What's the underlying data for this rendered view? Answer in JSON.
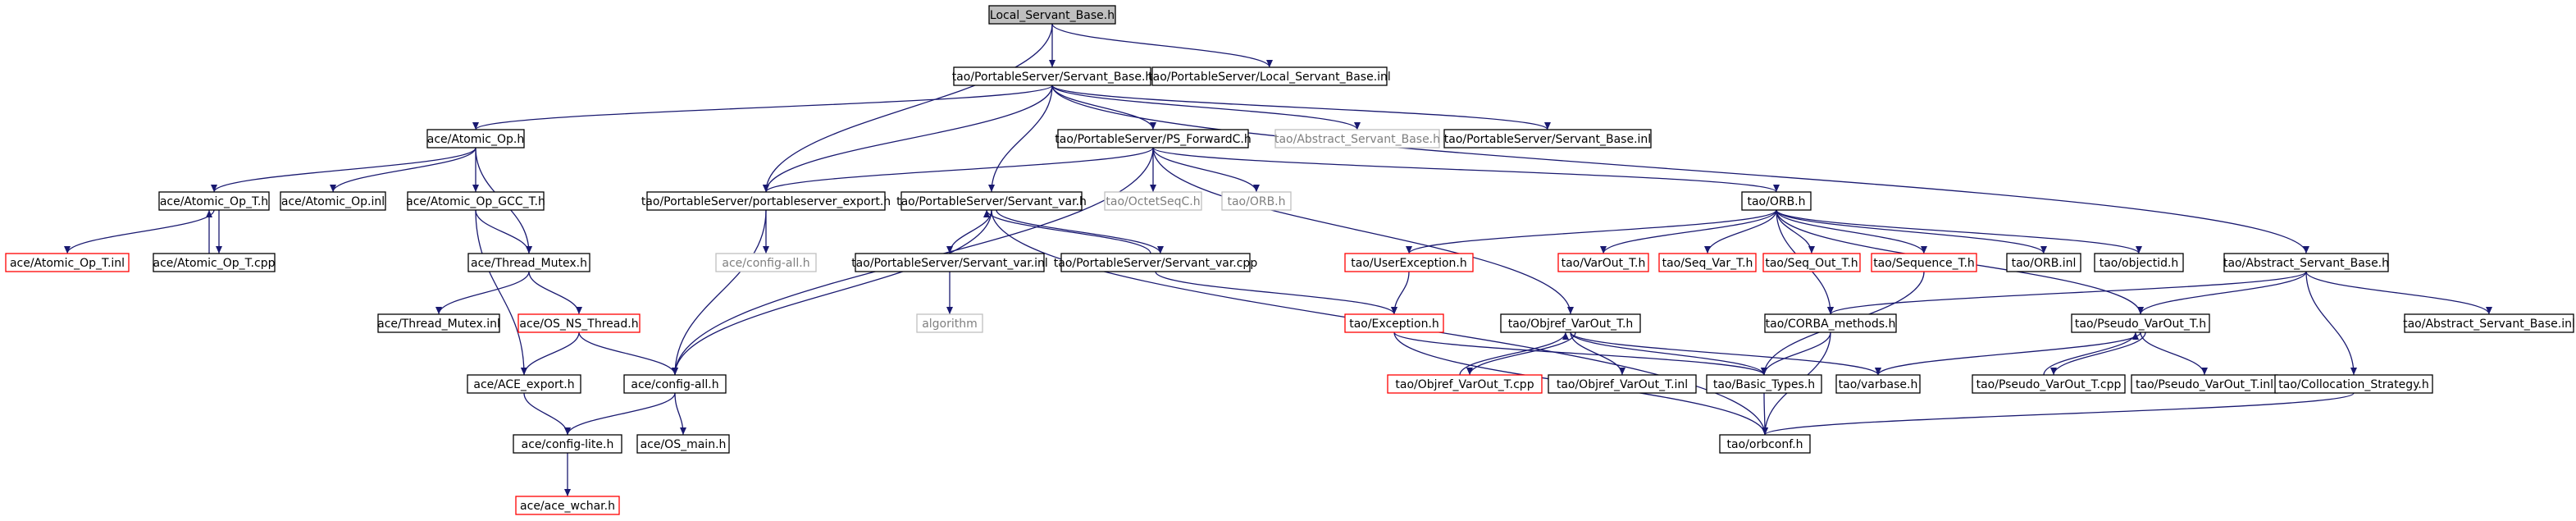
{
  "colors": {
    "edge": "#191970",
    "root_fill": "#bfbfbf",
    "normal_border": "#000000",
    "missing_border": "#ff0000",
    "external_border": "#bfbfbf",
    "external_text": "#7f7f7f"
  },
  "nodes": [
    {
      "id": "root",
      "label": "Local_Servant_Base.h",
      "kind": "root"
    },
    {
      "id": "servant_base_h",
      "label": "tao/PortableServer/Servant_Base.h",
      "kind": "normal"
    },
    {
      "id": "local_servant_inl",
      "label": "tao/PortableServer/Local_Servant_Base.inl",
      "kind": "normal"
    },
    {
      "id": "atomic_op_h",
      "label": "ace/Atomic_Op.h",
      "kind": "normal"
    },
    {
      "id": "ps_forwardc_h",
      "label": "tao/PortableServer/PS_ForwardC.h",
      "kind": "normal"
    },
    {
      "id": "abstract_servant_base_h_ext",
      "label": "tao/Abstract_Servant_Base.h",
      "kind": "external"
    },
    {
      "id": "servant_base_inl",
      "label": "tao/PortableServer/Servant_Base.inl",
      "kind": "normal"
    },
    {
      "id": "atomic_op_t_h",
      "label": "ace/Atomic_Op_T.h",
      "kind": "normal"
    },
    {
      "id": "atomic_op_inl",
      "label": "ace/Atomic_Op.inl",
      "kind": "normal"
    },
    {
      "id": "atomic_op_gcc_t_h",
      "label": "ace/Atomic_Op_GCC_T.h",
      "kind": "normal"
    },
    {
      "id": "ps_export_h",
      "label": "tao/PortableServer/portableserver_export.h",
      "kind": "normal"
    },
    {
      "id": "servant_var_h",
      "label": "tao/PortableServer/Servant_var.h",
      "kind": "normal"
    },
    {
      "id": "octetseqc_h",
      "label": "tao/OctetSeqC.h",
      "kind": "external"
    },
    {
      "id": "orb_h_ext",
      "label": "tao/ORB.h",
      "kind": "external"
    },
    {
      "id": "orb_h",
      "label": "tao/ORB.h",
      "kind": "normal"
    },
    {
      "id": "atomic_op_t_inl",
      "label": "ace/Atomic_Op_T.inl",
      "kind": "missing"
    },
    {
      "id": "atomic_op_t_cpp",
      "label": "ace/Atomic_Op_T.cpp",
      "kind": "normal"
    },
    {
      "id": "thread_mutex_h",
      "label": "ace/Thread_Mutex.h",
      "kind": "normal"
    },
    {
      "id": "config_all_ext",
      "label": "ace/config-all.h",
      "kind": "external"
    },
    {
      "id": "servant_var_inl",
      "label": "tao/PortableServer/Servant_var.inl",
      "kind": "normal"
    },
    {
      "id": "servant_var_cpp",
      "label": "tao/PortableServer/Servant_var.cpp",
      "kind": "normal"
    },
    {
      "id": "user_exception_h",
      "label": "tao/UserException.h",
      "kind": "missing"
    },
    {
      "id": "varout_t_h",
      "label": "tao/VarOut_T.h",
      "kind": "missing"
    },
    {
      "id": "seq_var_t_h",
      "label": "tao/Seq_Var_T.h",
      "kind": "missing"
    },
    {
      "id": "seq_out_t_h",
      "label": "tao/Seq_Out_T.h",
      "kind": "missing"
    },
    {
      "id": "sequence_t_h",
      "label": "tao/Sequence_T.h",
      "kind": "missing"
    },
    {
      "id": "orb_inl",
      "label": "tao/ORB.inl",
      "kind": "normal"
    },
    {
      "id": "objectid_h",
      "label": "tao/objectid.h",
      "kind": "normal"
    },
    {
      "id": "abstract_servant_base_h",
      "label": "tao/Abstract_Servant_Base.h",
      "kind": "normal"
    },
    {
      "id": "thread_mutex_inl",
      "label": "ace/Thread_Mutex.inl",
      "kind": "normal"
    },
    {
      "id": "os_ns_thread_h",
      "label": "ace/OS_NS_Thread.h",
      "kind": "missing"
    },
    {
      "id": "algorithm",
      "label": "algorithm",
      "kind": "external"
    },
    {
      "id": "exception_h",
      "label": "tao/Exception.h",
      "kind": "missing"
    },
    {
      "id": "objref_varout_t_h",
      "label": "tao/Objref_VarOut_T.h",
      "kind": "normal"
    },
    {
      "id": "corba_methods_h",
      "label": "tao/CORBA_methods.h",
      "kind": "normal"
    },
    {
      "id": "pseudo_varout_t_h",
      "label": "tao/Pseudo_VarOut_T.h",
      "kind": "normal"
    },
    {
      "id": "abstract_servant_base_inl",
      "label": "tao/Abstract_Servant_Base.inl",
      "kind": "normal"
    },
    {
      "id": "ace_export_h",
      "label": "ace/ACE_export.h",
      "kind": "normal"
    },
    {
      "id": "config_all_h",
      "label": "ace/config-all.h",
      "kind": "normal"
    },
    {
      "id": "objref_varout_t_cpp",
      "label": "tao/Objref_VarOut_T.cpp",
      "kind": "missing"
    },
    {
      "id": "objref_varout_t_inl",
      "label": "tao/Objref_VarOut_T.inl",
      "kind": "normal"
    },
    {
      "id": "basic_types_h",
      "label": "tao/Basic_Types.h",
      "kind": "normal"
    },
    {
      "id": "varbase_h",
      "label": "tao/varbase.h",
      "kind": "normal"
    },
    {
      "id": "pseudo_varout_t_cpp",
      "label": "tao/Pseudo_VarOut_T.cpp",
      "kind": "normal"
    },
    {
      "id": "pseudo_varout_t_inl",
      "label": "tao/Pseudo_VarOut_T.inl",
      "kind": "normal"
    },
    {
      "id": "collocation_strategy_h",
      "label": "tao/Collocation_Strategy.h",
      "kind": "normal"
    },
    {
      "id": "config_lite_h",
      "label": "ace/config-lite.h",
      "kind": "normal"
    },
    {
      "id": "os_main_h",
      "label": "ace/OS_main.h",
      "kind": "normal"
    },
    {
      "id": "orbconf_h",
      "label": "tao/orbconf.h",
      "kind": "normal"
    },
    {
      "id": "ace_wchar_h",
      "label": "ace/ace_wchar.h",
      "kind": "missing"
    }
  ],
  "edges": [
    [
      "root",
      "servant_base_h"
    ],
    [
      "root",
      "local_servant_inl"
    ],
    [
      "root",
      "ps_export_h"
    ],
    [
      "servant_base_h",
      "atomic_op_h"
    ],
    [
      "servant_base_h",
      "ps_forwardc_h"
    ],
    [
      "servant_base_h",
      "abstract_servant_base_h_ext"
    ],
    [
      "servant_base_h",
      "servant_base_inl"
    ],
    [
      "servant_base_h",
      "ps_export_h"
    ],
    [
      "servant_base_h",
      "servant_var_h"
    ],
    [
      "servant_base_h",
      "abstract_servant_base_h"
    ],
    [
      "atomic_op_h",
      "atomic_op_t_h"
    ],
    [
      "atomic_op_h",
      "atomic_op_inl"
    ],
    [
      "atomic_op_h",
      "atomic_op_gcc_t_h"
    ],
    [
      "atomic_op_h",
      "thread_mutex_h"
    ],
    [
      "atomic_op_t_h",
      "atomic_op_t_inl"
    ],
    [
      "atomic_op_t_h",
      "atomic_op_t_cpp"
    ],
    [
      "atomic_op_t_cpp",
      "atomic_op_t_h"
    ],
    [
      "atomic_op_gcc_t_h",
      "thread_mutex_h"
    ],
    [
      "atomic_op_gcc_t_h",
      "ace_export_h"
    ],
    [
      "thread_mutex_h",
      "thread_mutex_inl"
    ],
    [
      "thread_mutex_h",
      "os_ns_thread_h"
    ],
    [
      "os_ns_thread_h",
      "ace_export_h"
    ],
    [
      "os_ns_thread_h",
      "config_all_h"
    ],
    [
      "ps_forwardc_h",
      "ps_export_h"
    ],
    [
      "ps_forwardc_h",
      "octetseqc_h"
    ],
    [
      "ps_forwardc_h",
      "orb_h_ext"
    ],
    [
      "ps_forwardc_h",
      "orb_h"
    ],
    [
      "ps_forwardc_h",
      "objref_varout_t_h"
    ],
    [
      "ps_forwardc_h",
      "config_all_h"
    ],
    [
      "ps_export_h",
      "config_all_ext"
    ],
    [
      "ps_export_h",
      "config_all_h"
    ],
    [
      "servant_var_h",
      "servant_var_inl"
    ],
    [
      "servant_var_h",
      "servant_var_cpp"
    ],
    [
      "servant_var_h",
      "config_all_h"
    ],
    [
      "servant_var_h",
      "orbconf_h"
    ],
    [
      "servant_var_cpp",
      "servant_var_h"
    ],
    [
      "servant_var_cpp",
      "exception_h"
    ],
    [
      "servant_var_inl",
      "algorithm"
    ],
    [
      "orb_h",
      "user_exception_h"
    ],
    [
      "orb_h",
      "varout_t_h"
    ],
    [
      "orb_h",
      "seq_var_t_h"
    ],
    [
      "orb_h",
      "seq_out_t_h"
    ],
    [
      "orb_h",
      "sequence_t_h"
    ],
    [
      "orb_h",
      "orb_inl"
    ],
    [
      "orb_h",
      "objectid_h"
    ],
    [
      "orb_h",
      "corba_methods_h"
    ],
    [
      "orb_h",
      "pseudo_varout_t_h"
    ],
    [
      "user_exception_h",
      "exception_h"
    ],
    [
      "exception_h",
      "basic_types_h"
    ],
    [
      "exception_h",
      "orbconf_h"
    ],
    [
      "objref_varout_t_h",
      "objref_varout_t_cpp"
    ],
    [
      "objref_varout_t_h",
      "objref_varout_t_inl"
    ],
    [
      "objref_varout_t_h",
      "basic_types_h"
    ],
    [
      "objref_varout_t_h",
      "varbase_h"
    ],
    [
      "objref_varout_t_cpp",
      "objref_varout_t_h"
    ],
    [
      "corba_methods_h",
      "basic_types_h"
    ],
    [
      "corba_methods_h",
      "orbconf_h"
    ],
    [
      "pseudo_varout_t_h",
      "pseudo_varout_t_cpp"
    ],
    [
      "pseudo_varout_t_h",
      "pseudo_varout_t_inl"
    ],
    [
      "pseudo_varout_t_h",
      "varbase_h"
    ],
    [
      "pseudo_varout_t_cpp",
      "pseudo_varout_t_h"
    ],
    [
      "abstract_servant_base_h",
      "abstract_servant_base_inl"
    ],
    [
      "abstract_servant_base_h",
      "corba_methods_h"
    ],
    [
      "abstract_servant_base_h",
      "pseudo_varout_t_h"
    ],
    [
      "abstract_servant_base_h",
      "collocation_strategy_h"
    ],
    [
      "sequence_t_h",
      "basic_types_h"
    ],
    [
      "collocation_strategy_h",
      "orbconf_h"
    ],
    [
      "basic_types_h",
      "orbconf_h"
    ],
    [
      "ace_export_h",
      "config_lite_h"
    ],
    [
      "config_all_h",
      "config_lite_h"
    ],
    [
      "config_all_h",
      "os_main_h"
    ],
    [
      "config_lite_h",
      "ace_wchar_h"
    ]
  ]
}
